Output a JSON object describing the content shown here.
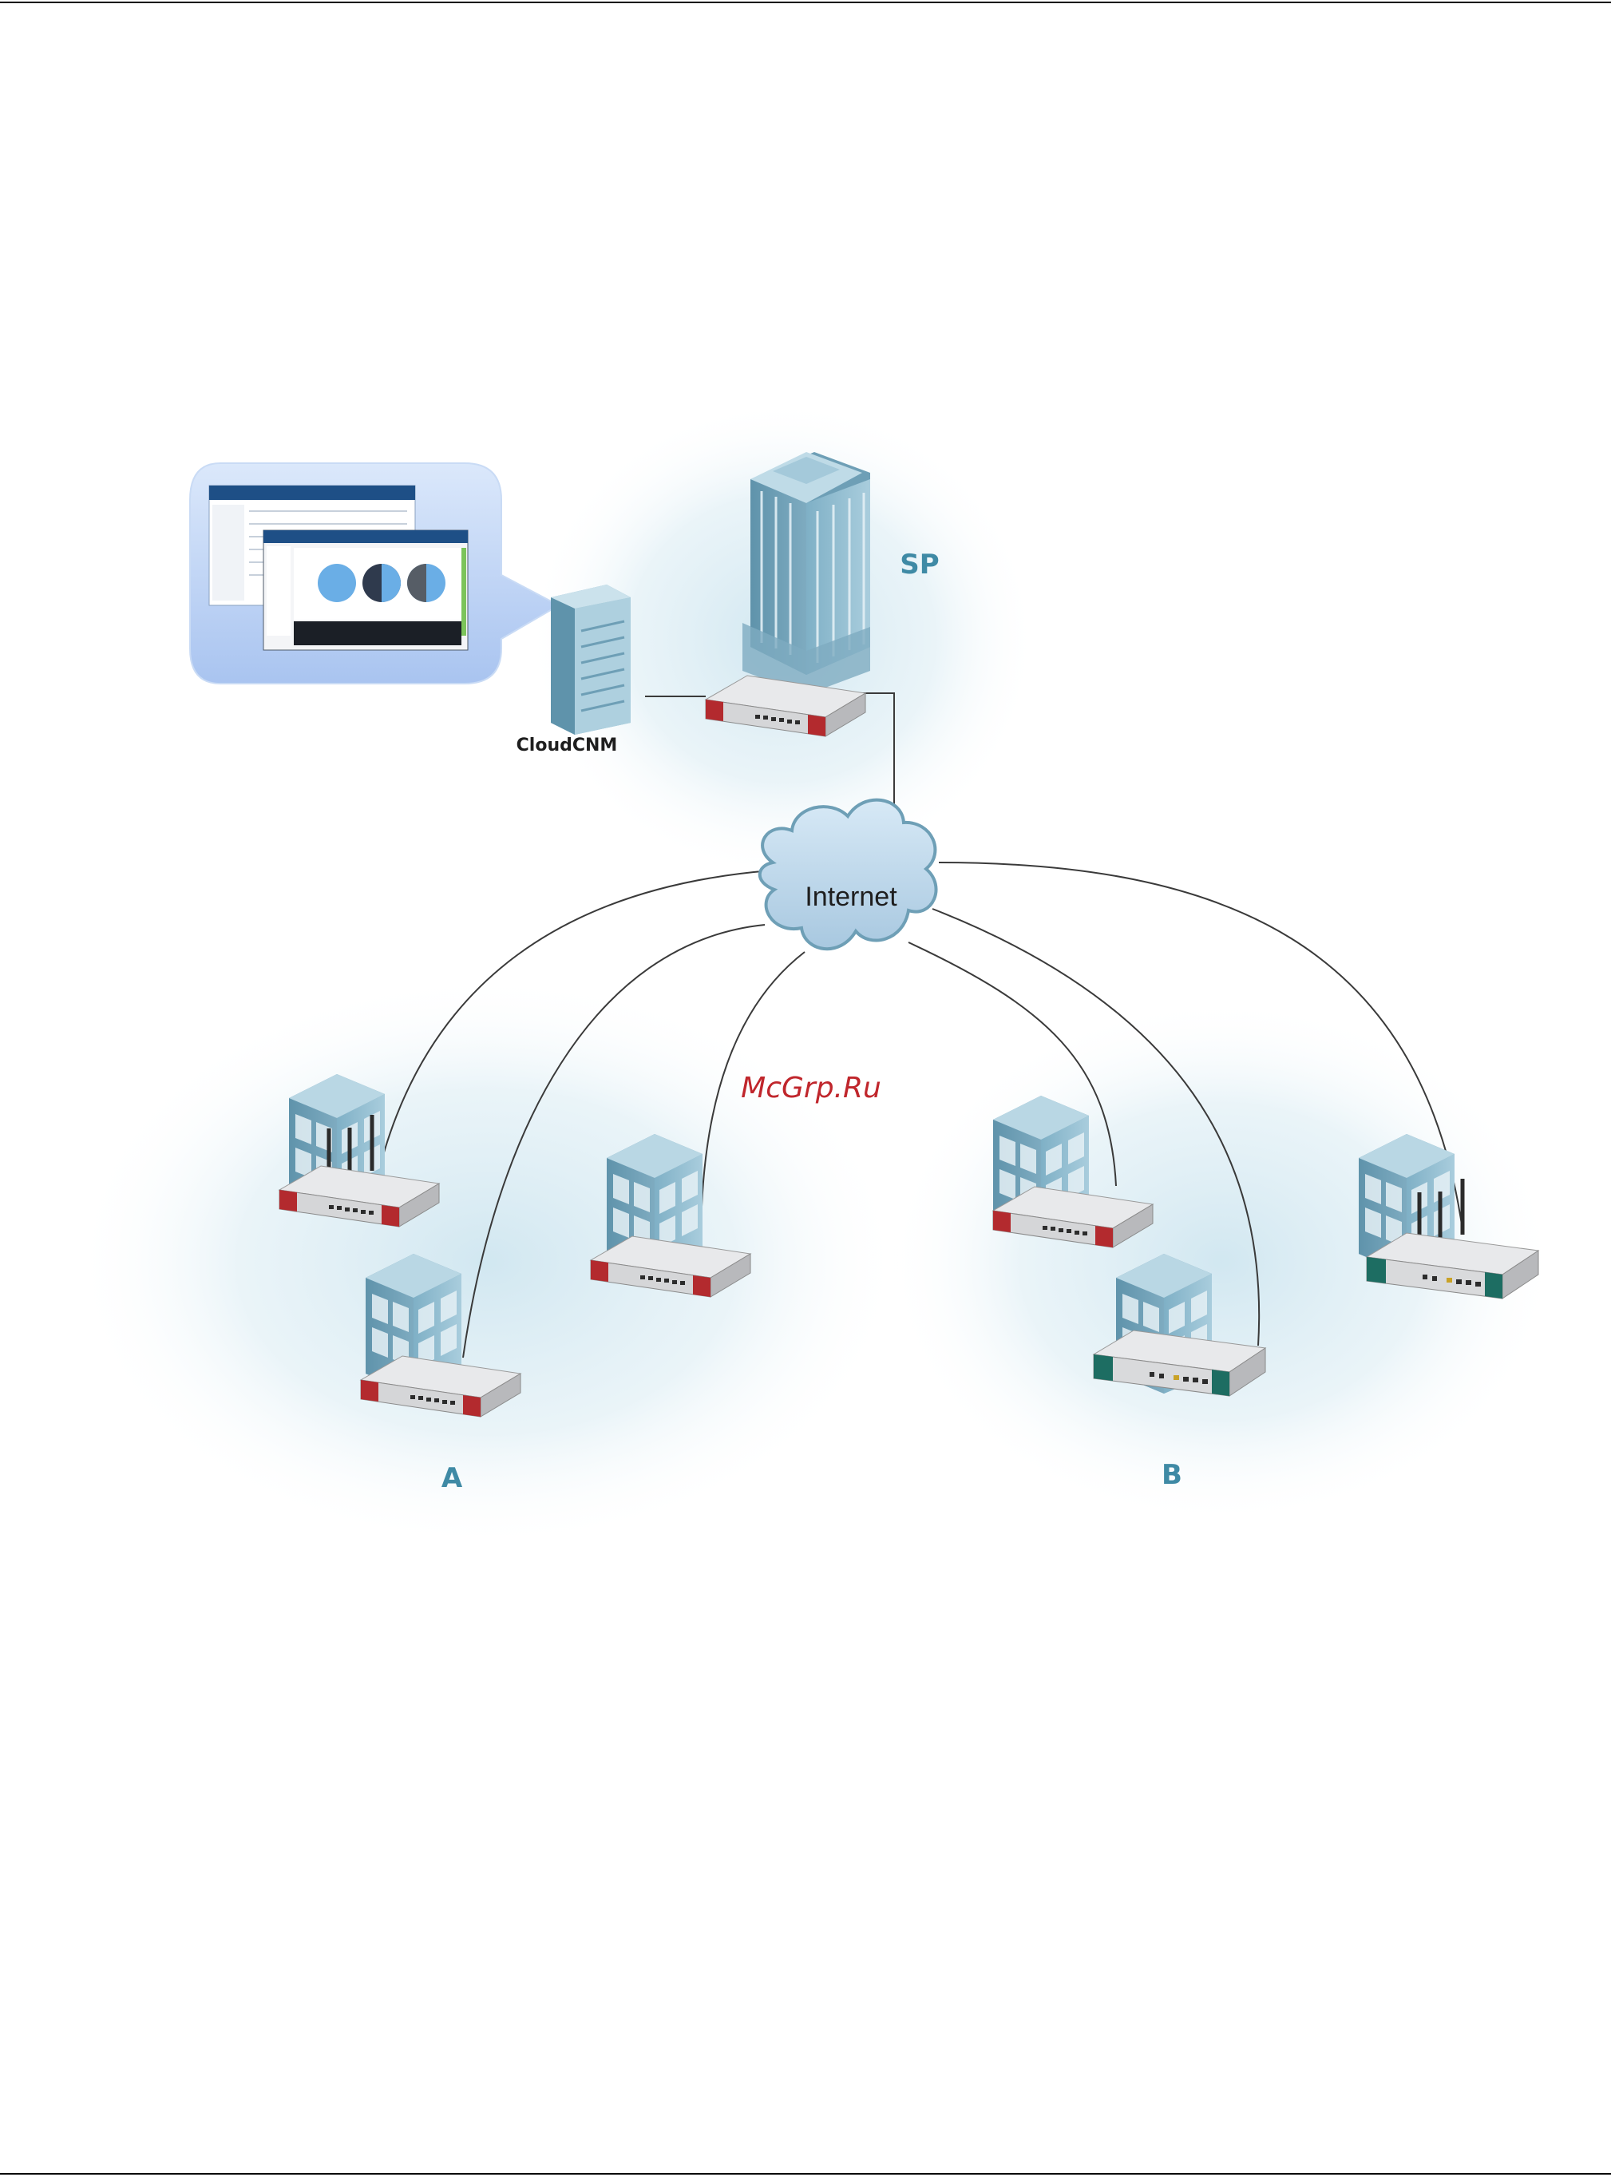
{
  "labels": {
    "sp": "SP",
    "cloudcnm": "CloudCNM",
    "internet": "Internet",
    "region_a": "A",
    "region_b": "B"
  },
  "watermark": "McGrp.Ru",
  "colors": {
    "region_label": "#3f8aa5",
    "glow": "#cfe6f0",
    "building": "#8fb9cc",
    "device_red": "#b32a2e",
    "device_teal": "#1d6d62",
    "cloud": "#9fc7e0",
    "watermark": "#c0262c"
  },
  "icons": {
    "sp_building": "office-tower-icon",
    "cloudcnm_server": "tower-server-icon",
    "internet": "cloud-icon",
    "branch_building": "building-icon",
    "router": "firewall-router-icon",
    "dashboard": "dashboard-screenshot-callout"
  }
}
